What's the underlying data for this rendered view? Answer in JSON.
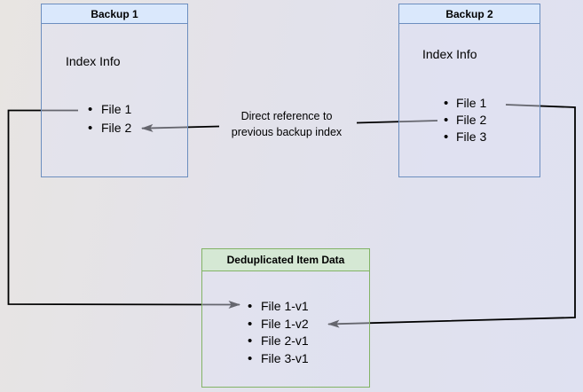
{
  "diagram": {
    "backup1": {
      "title": "Backup 1",
      "index_label": "Index Info",
      "files": [
        "File 1",
        "File 2"
      ]
    },
    "backup2": {
      "title": "Backup 2",
      "index_label": "Index Info",
      "files": [
        "File 1",
        "File 2",
        "File 3"
      ]
    },
    "dedup_store": {
      "title": "Deduplicated Item Data",
      "files": [
        "File 1-v1",
        "File 1-v2",
        "File 2-v1",
        "File 3-v1"
      ]
    },
    "annotation": {
      "line1": "Direct reference to",
      "line2": "previous backup index"
    },
    "colors": {
      "backup_header_fill": "#dae8fc",
      "backup_border": "#6c8ebf",
      "dedup_header_fill": "#d5e8d4",
      "dedup_border": "#82b366",
      "connector": "#000000",
      "text": "#000000"
    }
  }
}
